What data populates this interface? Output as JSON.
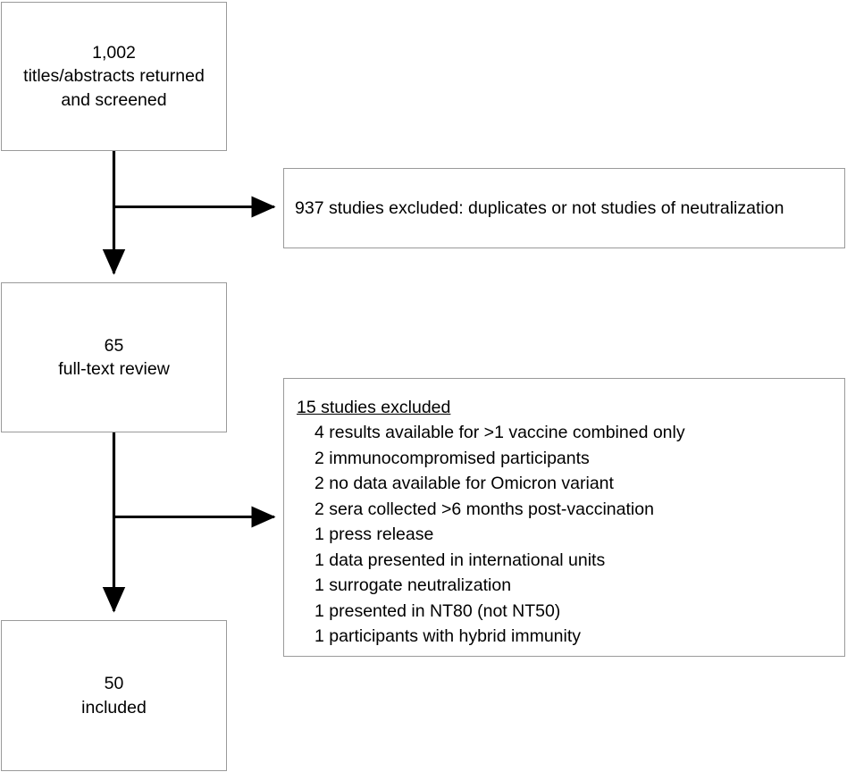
{
  "diagram": {
    "type": "prisma-flow-diagram",
    "border_color": "#9a9a9a",
    "line_color": "#000000",
    "background": "#ffffff",
    "nodes": {
      "screened": {
        "count": "1,002",
        "line2": "titles/abstracts returned",
        "line3": "and screened"
      },
      "fulltext": {
        "count": "65",
        "line2": "full-text review"
      },
      "included": {
        "count": "50",
        "line2": "included"
      },
      "excluded_screening": {
        "text": "937 studies excluded: duplicates or not studies of neutralization"
      },
      "excluded_fulltext": {
        "heading": "15 studies excluded",
        "items": [
          "4 results available for >1 vaccine combined only",
          "2 immunocompromised participants",
          "2 no data available for Omicron variant",
          "2 sera collected >6 months post-vaccination",
          "1 press release",
          "1 data presented in international units",
          "1 surrogate neutralization",
          "1 presented in NT80 (not NT50)",
          "1 participants with hybrid immunity"
        ]
      }
    }
  }
}
